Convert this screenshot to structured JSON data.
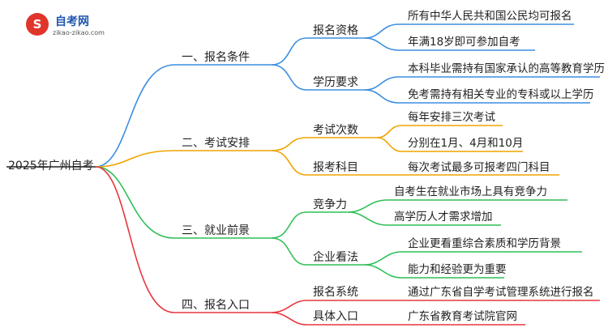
{
  "logo": {
    "badge": "S",
    "title": "自考网",
    "url": "zikao-zikao.com"
  },
  "root": "2025年广州自考",
  "branches": [
    {
      "label": "一、报名条件",
      "color": "#3b8de0",
      "children": [
        {
          "label": "报名资格",
          "leaves": [
            "所有中华人民共和国公民均可报名",
            "年满18岁即可参加自考"
          ]
        },
        {
          "label": "学历要求",
          "leaves": [
            "本科毕业需持有国家承认的高等教育学历",
            "免考需持有相关专业的专科或以上学历"
          ]
        }
      ]
    },
    {
      "label": "二、考试安排",
      "color": "#f0a400",
      "children": [
        {
          "label": "考试次数",
          "leaves": [
            "每年安排三次考试",
            "分别在1月、4月和10月"
          ]
        },
        {
          "label": "报考科目",
          "leaves": [
            "每次考试最多可报考四门科目"
          ]
        }
      ]
    },
    {
      "label": "三、就业前景",
      "color": "#2fbf57",
      "children": [
        {
          "label": "竞争力",
          "leaves": [
            "自考生在就业市场上具有竞争力",
            "高学历人才需求增加"
          ]
        },
        {
          "label": "企业看法",
          "leaves": [
            "企业更看重综合素质和学历背景",
            "能力和经验更为重要"
          ]
        }
      ]
    },
    {
      "label": "四、报名入口",
      "color": "#e8363f",
      "children": [
        {
          "label": "报名系统",
          "leaves": [
            "通过广东省自学考试管理系统进行报名"
          ]
        },
        {
          "label": "具体入口",
          "leaves": [
            "广东省教育考试院官网"
          ]
        }
      ]
    }
  ]
}
